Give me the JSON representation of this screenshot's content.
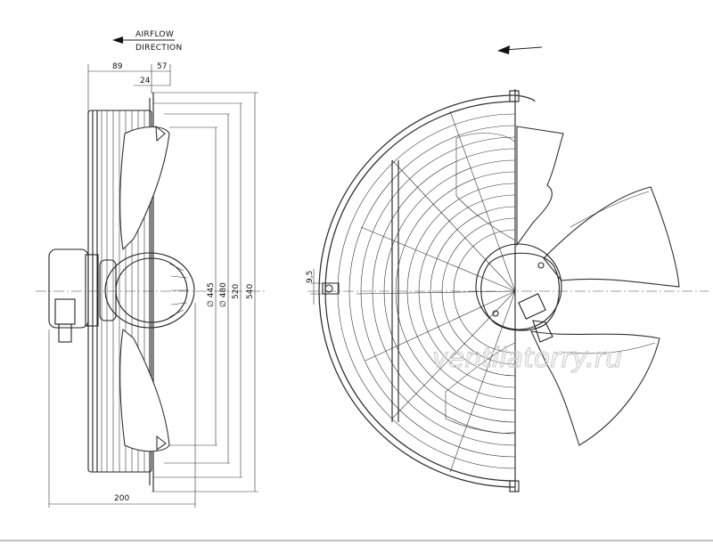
{
  "labels": {
    "airflow_line1": "AIRFLOW",
    "airflow_line2": "DIRECTION",
    "watermark": "ventilatorry.ru"
  },
  "dimensions": {
    "d89": "89",
    "d57": "57",
    "d24": "24",
    "d200": "200",
    "d445": "∅ 445",
    "d480": "∅ 480",
    "d520": "520",
    "d540": "540",
    "d9_5": "9,5"
  }
}
